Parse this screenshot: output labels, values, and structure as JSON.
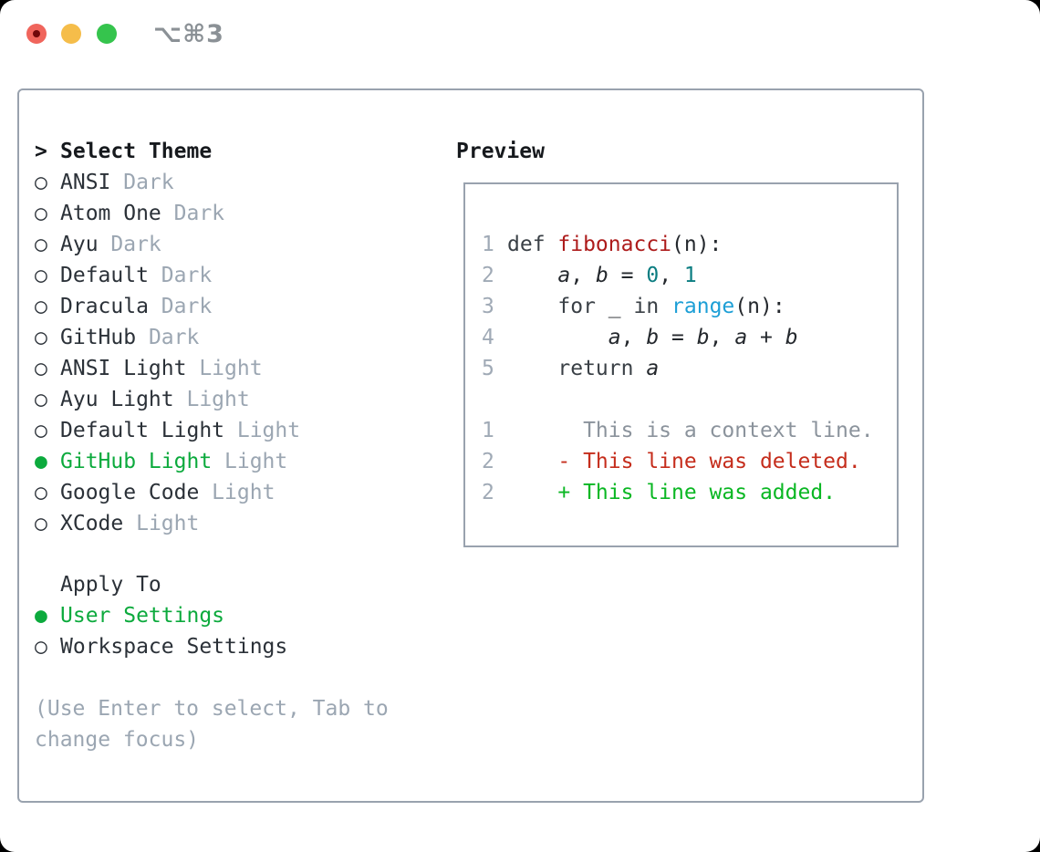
{
  "colors": {
    "window_bg": "#ffffff",
    "panel_border": "#99a2ae",
    "text_primary": "#2b3138",
    "text_bold": "#16191d",
    "text_muted": "#9ba6b2",
    "green_selected": "#0caa3d",
    "traffic_red": "#f0655c",
    "traffic_red_dot": "#70080a",
    "traffic_yellow": "#f5bd4a",
    "traffic_green": "#35c44d",
    "title_gray": "#8b9196",
    "code_plain": "#24282d",
    "code_keyword": "#3a4046",
    "code_function": "#ad1b1b",
    "code_number": "#0b7d81",
    "code_builtin": "#1d9fd6",
    "code_lineno": "#a0aab6",
    "diff_context": "#8b939c",
    "diff_deleted": "#c52d1c",
    "diff_added": "#0ab723"
  },
  "window": {
    "shortcut_label": "⌥⌘3"
  },
  "theme_panel": {
    "header": {
      "marker": ">",
      "label": "Select Theme"
    },
    "markers": {
      "selected": "●",
      "unselected": "○"
    },
    "items": [
      {
        "name": "ANSI",
        "variant": "Dark",
        "selected": false
      },
      {
        "name": "Atom One",
        "variant": "Dark",
        "selected": false
      },
      {
        "name": "Ayu",
        "variant": "Dark",
        "selected": false
      },
      {
        "name": "Default",
        "variant": "Dark",
        "selected": false
      },
      {
        "name": "Dracula",
        "variant": "Dark",
        "selected": false
      },
      {
        "name": "GitHub",
        "variant": "Dark",
        "selected": false
      },
      {
        "name": "ANSI Light",
        "variant": "Light",
        "selected": false
      },
      {
        "name": "Ayu Light",
        "variant": "Light",
        "selected": false
      },
      {
        "name": "Default Light",
        "variant": "Light",
        "selected": false
      },
      {
        "name": "GitHub Light",
        "variant": "Light",
        "selected": true
      },
      {
        "name": "Google Code",
        "variant": "Light",
        "selected": false
      },
      {
        "name": "XCode",
        "variant": "Light",
        "selected": false
      }
    ],
    "apply_to": {
      "label": "Apply To",
      "options": [
        {
          "name": "User Settings",
          "selected": true
        },
        {
          "name": "Workspace Settings",
          "selected": false
        }
      ]
    },
    "hint": "(Use Enter to select, Tab to change focus)"
  },
  "preview": {
    "label": "Preview",
    "code_lines": [
      {
        "num": "1",
        "tokens": [
          {
            "text": "def ",
            "type": "keyword"
          },
          {
            "text": "fibonacci",
            "type": "function"
          },
          {
            "text": "(n):",
            "type": "plain"
          }
        ]
      },
      {
        "num": "2",
        "tokens": [
          {
            "text": "    ",
            "type": "plain"
          },
          {
            "text": "a",
            "type": "variable"
          },
          {
            "text": ", ",
            "type": "plain"
          },
          {
            "text": "b",
            "type": "variable"
          },
          {
            "text": " = ",
            "type": "plain"
          },
          {
            "text": "0",
            "type": "number"
          },
          {
            "text": ", ",
            "type": "plain"
          },
          {
            "text": "1",
            "type": "number"
          }
        ]
      },
      {
        "num": "3",
        "tokens": [
          {
            "text": "    ",
            "type": "plain"
          },
          {
            "text": "for",
            "type": "keyword"
          },
          {
            "text": " _ ",
            "type": "plain"
          },
          {
            "text": "in",
            "type": "keyword"
          },
          {
            "text": " ",
            "type": "plain"
          },
          {
            "text": "range",
            "type": "builtin"
          },
          {
            "text": "(n):",
            "type": "plain"
          }
        ]
      },
      {
        "num": "4",
        "tokens": [
          {
            "text": "        ",
            "type": "plain"
          },
          {
            "text": "a",
            "type": "variable"
          },
          {
            "text": ", ",
            "type": "plain"
          },
          {
            "text": "b",
            "type": "variable"
          },
          {
            "text": " = ",
            "type": "plain"
          },
          {
            "text": "b",
            "type": "variable"
          },
          {
            "text": ", ",
            "type": "plain"
          },
          {
            "text": "a",
            "type": "variable"
          },
          {
            "text": " + ",
            "type": "plain"
          },
          {
            "text": "b",
            "type": "variable"
          }
        ]
      },
      {
        "num": "5",
        "tokens": [
          {
            "text": "    ",
            "type": "plain"
          },
          {
            "text": "return",
            "type": "keyword"
          },
          {
            "text": " ",
            "type": "plain"
          },
          {
            "text": "a",
            "type": "variable"
          }
        ]
      },
      {
        "num": "",
        "tokens": []
      },
      {
        "num": "1",
        "tokens": [
          {
            "text": "      This is a context line.",
            "type": "context"
          }
        ]
      },
      {
        "num": "2",
        "tokens": [
          {
            "text": "    ",
            "type": "plain"
          },
          {
            "text": "- This line was deleted.",
            "type": "deleted"
          }
        ]
      },
      {
        "num": "2",
        "tokens": [
          {
            "text": "    ",
            "type": "plain"
          },
          {
            "text": "+ This line was added.",
            "type": "added"
          }
        ]
      }
    ]
  }
}
